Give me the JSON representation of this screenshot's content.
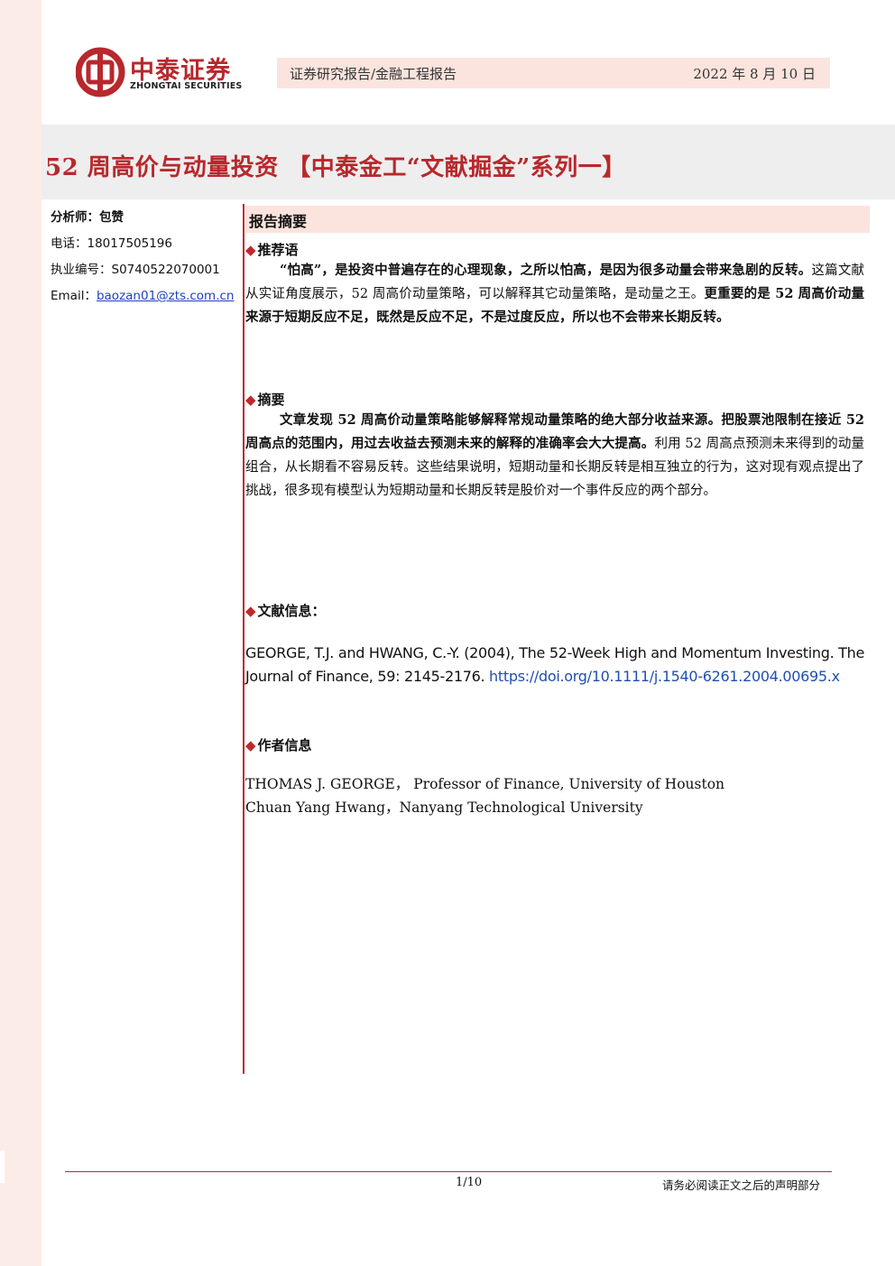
{
  "brand": {
    "name_cn": "中泰证券",
    "name_en": "ZHONGTAI SECURITIES",
    "color": "#b8282c"
  },
  "header": {
    "report_type": "证券研究报告/金融工程报告",
    "date": "2022 年 8 月 10 日"
  },
  "title": "52 周高价与动量投资 【中泰金工“文献掘金”系列一】",
  "analyst": {
    "label": "分析师：",
    "name": "包赞",
    "phone_label": "电话：",
    "phone": "18017505196",
    "license_label": "执业编号：",
    "license": "S0740522070001",
    "email_label": "Email：",
    "email": "baozan01@zts.com.cn"
  },
  "summary_header": "报告摘要",
  "sections": {
    "recommend": {
      "heading": "推荐语",
      "p_bold_1": "“怕高”，是投资中普遍存在的心理现象，之所以怕高，是因为很多动量会带来急剧的反转。",
      "p_normal": "这篇文献从实证角度展示，52 周高价动量策略，可以解释其它动量策略，是动量之王。",
      "p_bold_2": "更重要的是 52 周高价动量来源于短期反应不足，既然是反应不足，不是过度反应，所以也不会带来长期反转。"
    },
    "abstract": {
      "heading": "摘要",
      "p_bold": "文章发现 52 周高价动量策略能够解释常规动量策略的绝大部分收益来源。把股票池限制在接近 52 周高点的范围内，用过去收益去预测未来的解释的准确率会大大提高。",
      "p_normal": "利用 52 周高点预测未来得到的动量组合，从长期看不容易反转。这些结果说明，短期动量和长期反转是相互独立的行为，这对现有观点提出了挑战，很多现有模型认为短期动量和长期反转是股价对一个事件反应的两个部分。"
    },
    "literature": {
      "heading": "文献信息：",
      "citation": "GEORGE, T.J. and HWANG, C.-Y. (2004), The 52-Week High and Momentum Investing. The Journal of Finance, 59: 2145-2176. ",
      "doi": "https://doi.org/10.1111/j.1540-6261.2004.00695.x"
    },
    "authors": {
      "heading": "作者信息",
      "line1": "THOMAS J. GEORGE， Professor of Finance, University of Houston",
      "line2": "Chuan Yang Hwang，Nanyang Technological University"
    }
  },
  "footer": {
    "page": "1/10",
    "disclaimer": "请务必阅读正文之后的声明部分"
  }
}
